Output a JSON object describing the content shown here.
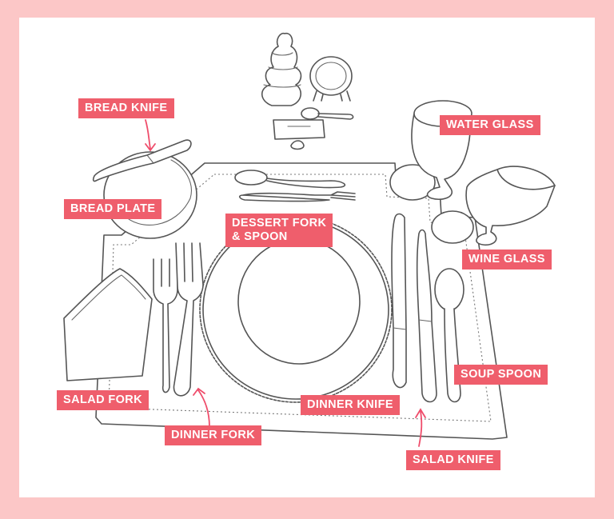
{
  "labels": {
    "bread_knife": "BREAD KNIFE",
    "bread_plate": "BREAD PLATE",
    "dessert_fork_spoon_line1": "DESSERT FORK",
    "dessert_fork_spoon_line2": "& SPOON",
    "water_glass": "WATER GLASS",
    "wine_glass": "WINE GLASS",
    "soup_spoon": "SOUP SPOON",
    "salad_fork": "SALAD FORK",
    "dinner_fork": "DINNER FORK",
    "dinner_knife": "DINNER KNIFE",
    "salad_knife": "SALAD KNIFE"
  },
  "colors": {
    "page_border": "#fcc7c7",
    "label_background": "#ef5e6c",
    "arrow": "#ef4d6b",
    "line": "#555555"
  }
}
